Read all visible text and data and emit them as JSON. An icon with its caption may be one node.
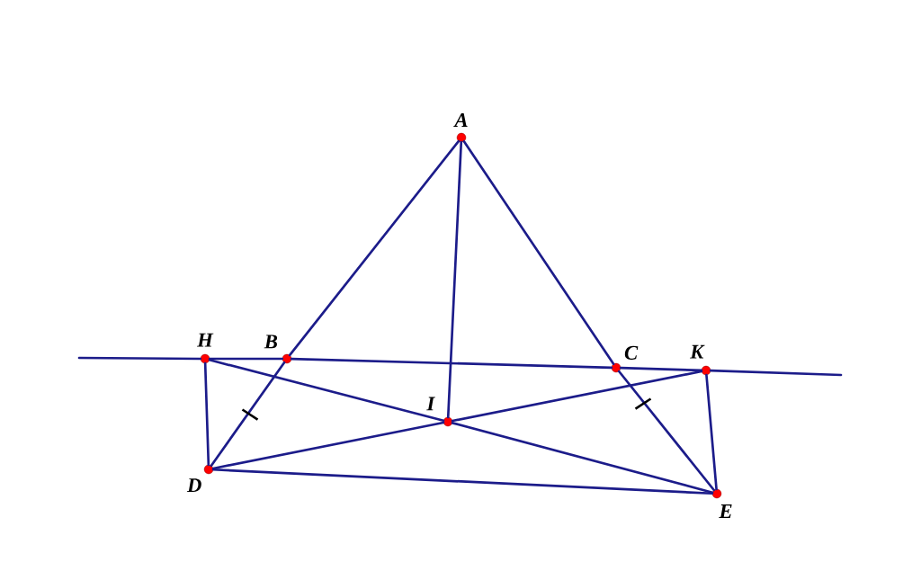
{
  "diagram": {
    "nodes": [
      {
        "text": [
          "A"
        ]
      },
      {
        "text": [
          "H"
        ]
      },
      {
        "text": [
          "B"
        ]
      },
      {
        "text": [
          "C"
        ]
      },
      {
        "text": [
          "K"
        ]
      },
      {
        "text": [
          "I"
        ]
      },
      {
        "text": [
          "D"
        ]
      },
      {
        "text": [
          "E"
        ]
      }
    ],
    "edges": [
      {
        "from": 0,
        "to": 2,
        "arrow": "none"
      },
      {
        "from": 2,
        "to": 6,
        "arrow": "none"
      },
      {
        "from": 0,
        "to": 3,
        "arrow": "none"
      },
      {
        "from": 3,
        "to": 7,
        "arrow": "none"
      },
      {
        "from": 0,
        "to": 5,
        "arrow": "none"
      },
      {
        "from": null,
        "to": 1,
        "arrow": "none"
      },
      {
        "from": 1,
        "to": 2,
        "arrow": "none"
      },
      {
        "from": 2,
        "to": 3,
        "arrow": "none"
      },
      {
        "from": 3,
        "to": 4,
        "arrow": "none"
      },
      {
        "from": 4,
        "to": null,
        "arrow": "none"
      },
      {
        "from": 1,
        "to": 6,
        "arrow": "none"
      },
      {
        "from": 4,
        "to": 7,
        "arrow": "none"
      },
      {
        "from": 6,
        "to": 7,
        "arrow": "none"
      },
      {
        "from": 6,
        "to": 5,
        "arrow": "none"
      },
      {
        "from": 5,
        "to": 4,
        "arrow": "none"
      },
      {
        "from": 1,
        "to": 5,
        "arrow": "none"
      },
      {
        "from": 5,
        "to": 7,
        "arrow": "none"
      }
    ]
  }
}
